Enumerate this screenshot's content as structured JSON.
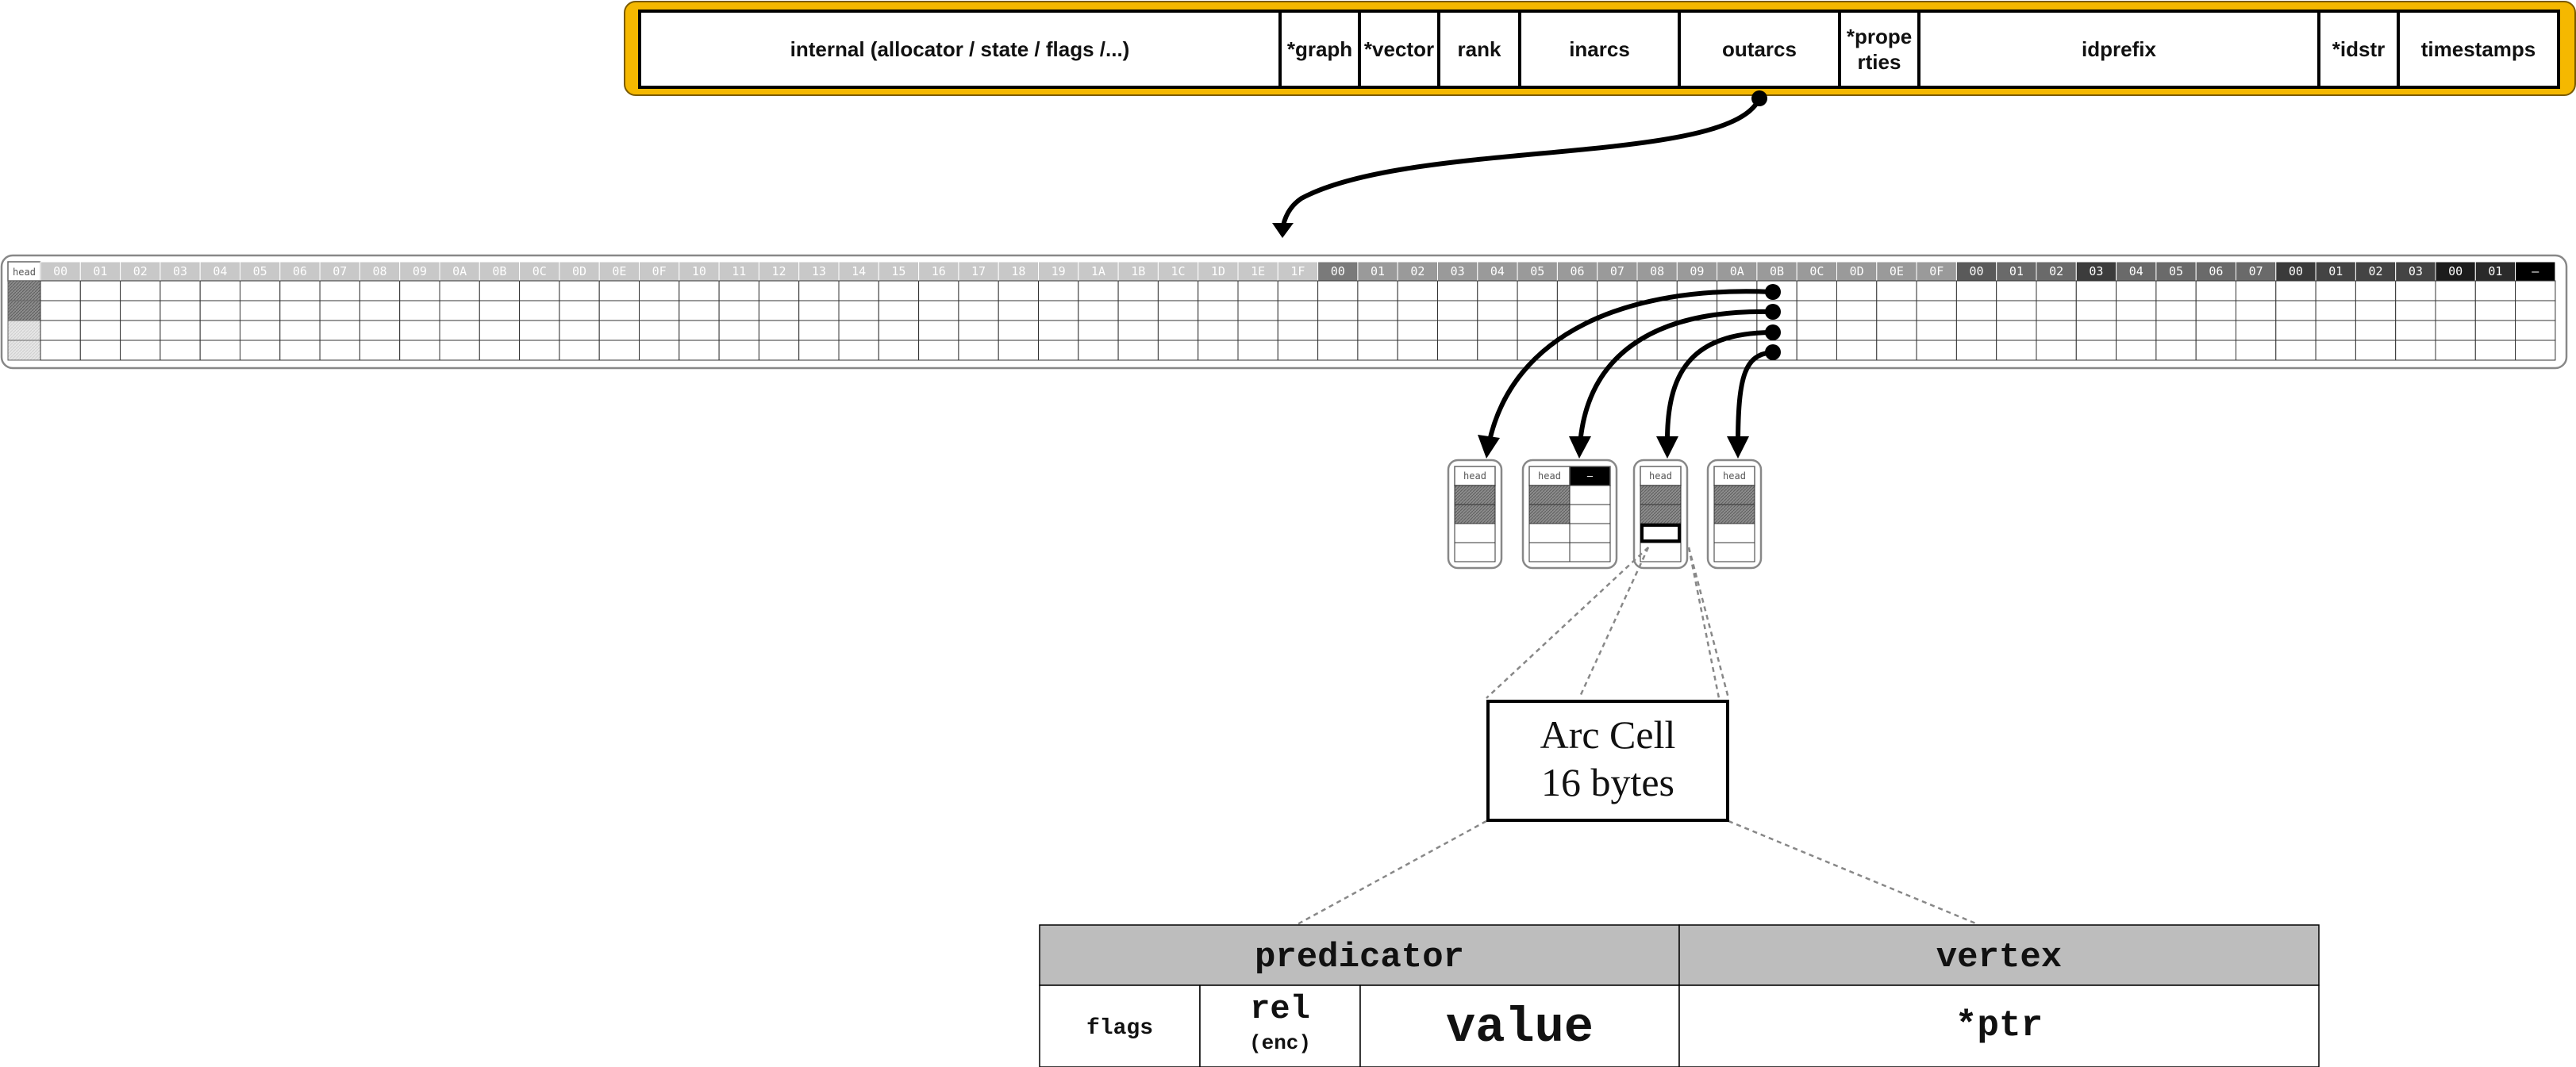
{
  "vertex_struct": {
    "fields": [
      {
        "label": "internal (allocator / state / flags /...)"
      },
      {
        "label": "*graph"
      },
      {
        "label": "*vector"
      },
      {
        "label": "rank"
      },
      {
        "label": "inarcs"
      },
      {
        "label": "outarcs"
      },
      {
        "label": "*prope rties",
        "lines": [
          "*prope",
          "rties"
        ]
      },
      {
        "label": "idprefix"
      },
      {
        "label": "*idstr"
      },
      {
        "label": "timestamps"
      }
    ],
    "colors": {
      "frame": "#f5b800",
      "frame_border": "#7a5a00"
    }
  },
  "arc_array": {
    "head_label": "head",
    "headers": [
      {
        "label": "00",
        "tone": "#c8c8c8"
      },
      {
        "label": "01",
        "tone": "#c8c8c8"
      },
      {
        "label": "02",
        "tone": "#c8c8c8"
      },
      {
        "label": "03",
        "tone": "#c8c8c8"
      },
      {
        "label": "04",
        "tone": "#c8c8c8"
      },
      {
        "label": "05",
        "tone": "#c8c8c8"
      },
      {
        "label": "06",
        "tone": "#c8c8c8"
      },
      {
        "label": "07",
        "tone": "#c8c8c8"
      },
      {
        "label": "08",
        "tone": "#c8c8c8"
      },
      {
        "label": "09",
        "tone": "#c8c8c8"
      },
      {
        "label": "0A",
        "tone": "#c8c8c8"
      },
      {
        "label": "0B",
        "tone": "#c8c8c8"
      },
      {
        "label": "0C",
        "tone": "#c8c8c8"
      },
      {
        "label": "0D",
        "tone": "#c8c8c8"
      },
      {
        "label": "0E",
        "tone": "#c8c8c8"
      },
      {
        "label": "0F",
        "tone": "#c8c8c8"
      },
      {
        "label": "10",
        "tone": "#c8c8c8"
      },
      {
        "label": "11",
        "tone": "#c8c8c8"
      },
      {
        "label": "12",
        "tone": "#c8c8c8"
      },
      {
        "label": "13",
        "tone": "#c8c8c8"
      },
      {
        "label": "14",
        "tone": "#c8c8c8"
      },
      {
        "label": "15",
        "tone": "#c8c8c8"
      },
      {
        "label": "16",
        "tone": "#c8c8c8"
      },
      {
        "label": "17",
        "tone": "#c8c8c8"
      },
      {
        "label": "18",
        "tone": "#c8c8c8"
      },
      {
        "label": "19",
        "tone": "#c8c8c8"
      },
      {
        "label": "1A",
        "tone": "#c8c8c8"
      },
      {
        "label": "1B",
        "tone": "#c8c8c8"
      },
      {
        "label": "1C",
        "tone": "#c8c8c8"
      },
      {
        "label": "1D",
        "tone": "#c8c8c8"
      },
      {
        "label": "1E",
        "tone": "#c8c8c8"
      },
      {
        "label": "1F",
        "tone": "#c8c8c8"
      },
      {
        "label": "00",
        "tone": "#7a7a7a"
      },
      {
        "label": "01",
        "tone": "#9a9a9a"
      },
      {
        "label": "02",
        "tone": "#9a9a9a"
      },
      {
        "label": "03",
        "tone": "#9a9a9a"
      },
      {
        "label": "04",
        "tone": "#9a9a9a"
      },
      {
        "label": "05",
        "tone": "#9a9a9a"
      },
      {
        "label": "06",
        "tone": "#9a9a9a"
      },
      {
        "label": "07",
        "tone": "#9a9a9a"
      },
      {
        "label": "08",
        "tone": "#9a9a9a"
      },
      {
        "label": "09",
        "tone": "#9a9a9a"
      },
      {
        "label": "0A",
        "tone": "#9a9a9a"
      },
      {
        "label": "0B",
        "tone": "#9a9a9a"
      },
      {
        "label": "0C",
        "tone": "#9a9a9a"
      },
      {
        "label": "0D",
        "tone": "#9a9a9a"
      },
      {
        "label": "0E",
        "tone": "#9a9a9a"
      },
      {
        "label": "0F",
        "tone": "#9a9a9a"
      },
      {
        "label": "00",
        "tone": "#5a5a5a"
      },
      {
        "label": "01",
        "tone": "#6a6a6a"
      },
      {
        "label": "02",
        "tone": "#6a6a6a"
      },
      {
        "label": "03",
        "tone": "#3c3c3c"
      },
      {
        "label": "04",
        "tone": "#6a6a6a"
      },
      {
        "label": "05",
        "tone": "#6a6a6a"
      },
      {
        "label": "06",
        "tone": "#6a6a6a"
      },
      {
        "label": "07",
        "tone": "#6a6a6a"
      },
      {
        "label": "00",
        "tone": "#3a3a3a"
      },
      {
        "label": "01",
        "tone": "#444444"
      },
      {
        "label": "02",
        "tone": "#444444"
      },
      {
        "label": "03",
        "tone": "#444444"
      },
      {
        "label": "00",
        "tone": "#1c1c1c"
      },
      {
        "label": "01",
        "tone": "#2a2a2a"
      },
      {
        "label": "–",
        "tone": "#000000"
      }
    ]
  },
  "arc_heads": [
    {
      "label": "head",
      "has_terminal": false
    },
    {
      "label": "head",
      "has_terminal": true,
      "terminal_label": "–"
    },
    {
      "label": "head",
      "has_terminal": false
    },
    {
      "label": "head",
      "has_terminal": false
    }
  ],
  "arc_cell": {
    "line1": "Arc Cell",
    "line2": "16 bytes"
  },
  "arc_layout": {
    "predicator": "predicator",
    "vertex": "vertex",
    "flags": "flags",
    "rel": "rel",
    "rel_sub": "(enc)",
    "value": "value",
    "ptr": "*ptr"
  }
}
